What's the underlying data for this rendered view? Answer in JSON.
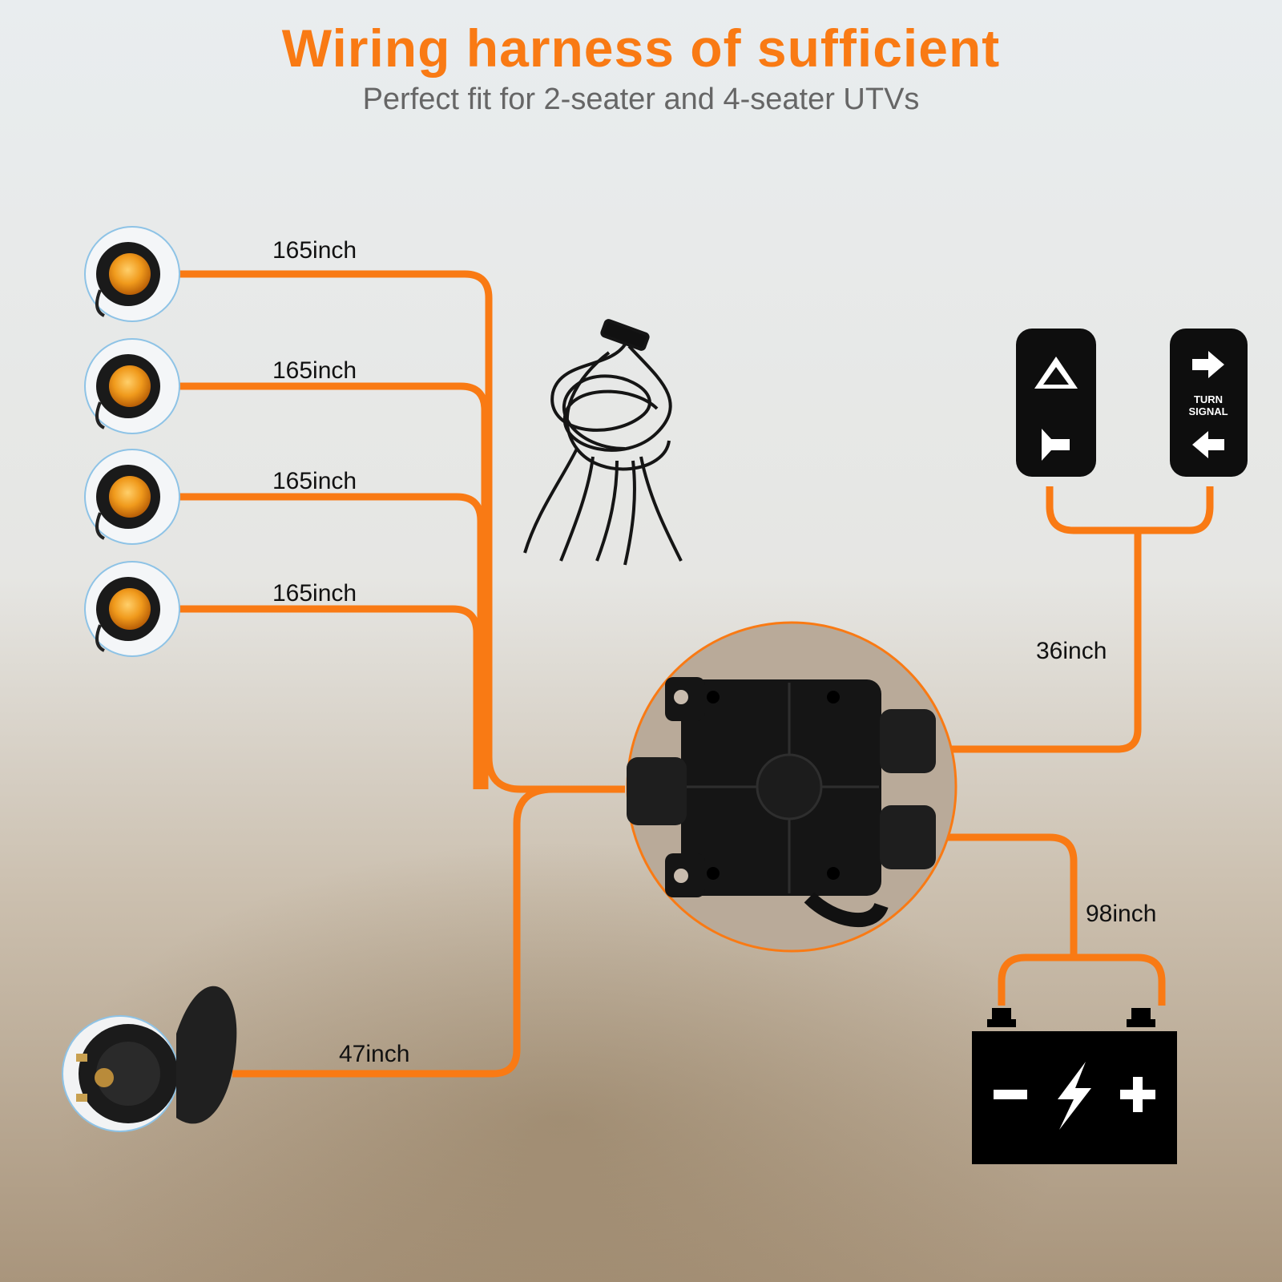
{
  "header": {
    "title": "Wiring harness of sufficient",
    "subtitle": "Perfect fit for 2-seater and 4-seater UTVs"
  },
  "diagram": {
    "wire_color": "#f97a14",
    "lights": [
      {
        "name": "marker-light-1",
        "length_label": "165inch"
      },
      {
        "name": "marker-light-2",
        "length_label": "165inch"
      },
      {
        "name": "marker-light-3",
        "length_label": "165inch"
      },
      {
        "name": "marker-light-4",
        "length_label": "165inch"
      }
    ],
    "horn": {
      "length_label": "47inch"
    },
    "switches": {
      "length_label": "36inch",
      "turn_signal_text_line1": "TURN",
      "turn_signal_text_line2": "SIGNAL"
    },
    "battery": {
      "length_label": "98inch"
    }
  }
}
